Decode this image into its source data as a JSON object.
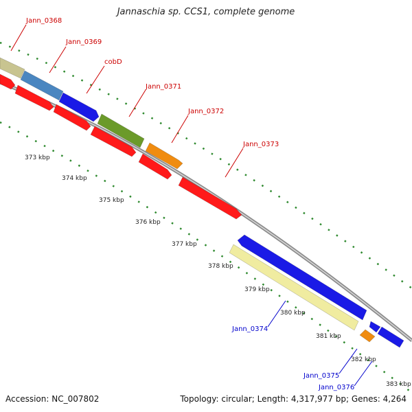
{
  "title": "Jannaschia sp. CCS1, complete genome",
  "footer": {
    "accession": "Accession: NC_007802",
    "topology": "Topology: circular; Length: 4,317,977 bp; Genes: 4,264"
  },
  "colors": {
    "backbone": "#8c8c8c",
    "tick": "#2f8a2f",
    "label_forward": "#cc0000",
    "label_reverse": "#0000cc",
    "tan": "#c8c490",
    "steelblue": "#4a86c0",
    "blue": "#1a1ae6",
    "olive": "#6b9a2a",
    "orange": "#f08c10",
    "red": "#ff1a1a",
    "paleyellow": "#f0eca0"
  },
  "scale_labels": [
    "373 kbp",
    "374 kbp",
    "375 kbp",
    "376 kbp",
    "377 kbp",
    "378 kbp",
    "379 kbp",
    "380 kbp",
    "381 kbp",
    "382 kbp",
    "383 kbp"
  ],
  "genes": [
    {
      "name": "Jann_0368",
      "strand": "forward",
      "color": "tan"
    },
    {
      "name": "Jann_0369",
      "strand": "forward",
      "color": "steelblue"
    },
    {
      "name": "cobD",
      "strand": "forward",
      "color": "blue"
    },
    {
      "name": "Jann_0371",
      "strand": "forward",
      "color": "olive"
    },
    {
      "name": "Jann_0372",
      "strand": "forward",
      "color": "orange"
    },
    {
      "name": "Jann_0373",
      "strand": "forward",
      "color": "red"
    },
    {
      "name": "Jann_0374",
      "strand": "reverse",
      "color": "paleyellow"
    },
    {
      "name": "Jann_0375",
      "strand": "reverse",
      "color": "orange"
    },
    {
      "name": "Jann_0376",
      "strand": "reverse",
      "color": "blue"
    }
  ]
}
